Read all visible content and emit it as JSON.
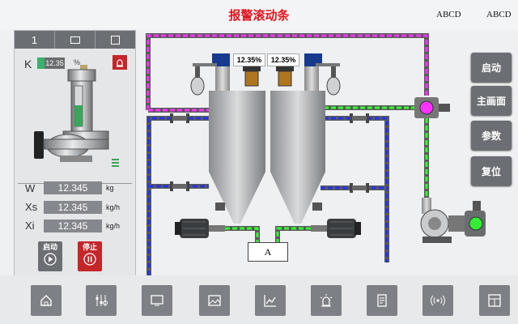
{
  "header": {
    "title": "报警滚动条",
    "label_left": "ABCD",
    "label_right": "ABCD"
  },
  "left_panel": {
    "tab_number": "1",
    "k_label": "K",
    "k_value": "12.35",
    "k_unit": "%",
    "rows": [
      {
        "label": "W",
        "value": "12.345",
        "unit": "kg"
      },
      {
        "label": "Xs",
        "value": "12.345",
        "unit": "kg/h"
      },
      {
        "label": "Xi",
        "value": "12.345",
        "unit": "kg/h"
      }
    ],
    "start_label": "启动",
    "stop_label": "停止"
  },
  "process": {
    "conc_left": "12.35%",
    "conc_right": "12.35%",
    "box_label": "A"
  },
  "side_buttons": [
    "启动",
    "主画面",
    "参数",
    "复位"
  ],
  "colors": {
    "pipe_magenta": "#ff33ff",
    "pipe_green": "#33ff33",
    "pipe_blue": "#2233ee",
    "stop_red": "#c4262a",
    "alarm_red": "#e0141e"
  },
  "bottom_nav_icons": [
    "home-icon",
    "sliders-icon",
    "monitor-icon",
    "image-icon",
    "trend-chart-icon",
    "alarm-light-icon",
    "report-icon",
    "wireless-icon",
    "layout-icon"
  ]
}
